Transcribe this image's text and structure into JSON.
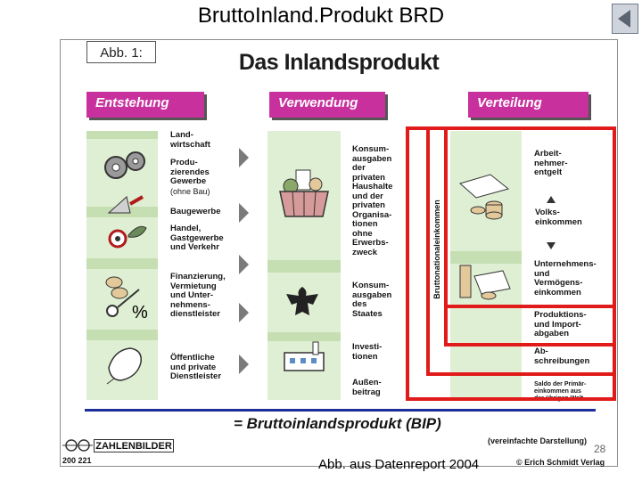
{
  "slide": {
    "title": "BruttoInland.Produkt BRD"
  },
  "figure": {
    "abb_label": "Abb. 1:",
    "title": "Das Inlandsprodukt",
    "headers": {
      "entstehung": "Entstehung",
      "verwendung": "Verwendung",
      "verteilung": "Verteilung"
    },
    "entstehung_items": [
      [
        "Land-",
        "wirtschaft"
      ],
      [
        "Produ-",
        "zierendes",
        "Gewerbe",
        "(ohne Bau)"
      ],
      [
        "Baugewerbe"
      ],
      [
        "Handel,",
        "Gastgewerbe",
        "und Verkehr"
      ],
      [
        "Finanzierung,",
        "Vermietung",
        "und Unter-",
        "nehmens-",
        "dienstleister"
      ],
      [
        "Öffentliche",
        "und private",
        "Dienstleister"
      ]
    ],
    "verwendung_items": [
      [
        "Konsum-",
        "ausgaben",
        "der",
        "privaten",
        "Haushalte",
        "und der",
        "privaten",
        "Organisa-",
        "tionen",
        "ohne",
        "Erwerbs-",
        "zweck"
      ],
      [
        "Konsum-",
        "ausgaben",
        "des",
        "Staates"
      ],
      [
        "Investi-",
        "tionen"
      ],
      [
        "Außen-",
        "beitrag"
      ]
    ],
    "bruttonational": "Bruttonationaleinkommen",
    "verteilung_items": [
      [
        "Arbeit-",
        "nehmer-",
        "entgelt"
      ],
      [
        "Volks-",
        "einkommen"
      ],
      [
        "Unternehmens-",
        "und",
        "Vermögens-",
        "einkommen"
      ],
      [
        "Produktions-",
        "und Import-",
        "abgaben"
      ],
      [
        "Ab-",
        "schreibungen"
      ],
      [
        "Saldo der Primär-",
        "einkommen aus",
        "der übrigen Welt"
      ]
    ],
    "bip": "= Bruttoinlandsprodukt (BIP)",
    "simplified": "(vereinfachte Darstellung)",
    "page_number": "28",
    "publisher": "© Erich Schmidt Verlag",
    "zahlenbilder": "ZAHLENBILDER",
    "code": "200 221"
  },
  "caption": "Abb. aus Datenreport 2004",
  "colors": {
    "header": "#c8319d",
    "highlight": "#e11a1a",
    "column": "#dfefd3",
    "band": "#c5deb2",
    "rule": "#1d2d9a"
  },
  "icons": [
    "gears-icon",
    "trowel-icon",
    "scale-icon",
    "coins-icon",
    "keys-icon",
    "percent-icon",
    "hand-icon",
    "basket-icon",
    "eagle-icon",
    "factory-icon",
    "money-stack-icon",
    "banknotes-icon",
    "back-arrow-icon"
  ]
}
